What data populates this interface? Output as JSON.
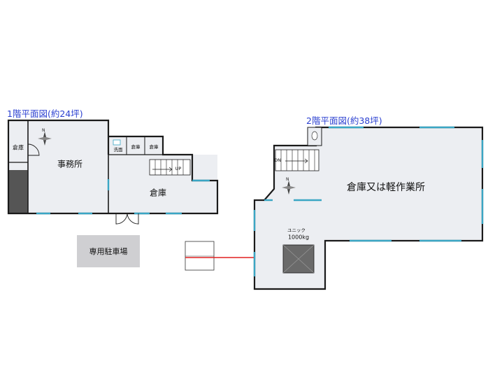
{
  "floor1": {
    "title": "1階平面図(約24坪)",
    "rooms": {
      "storage_small": "倉庫",
      "office": "事務所",
      "wash": "洗面",
      "storage_a": "倉庫",
      "storage_b": "倉庫",
      "storage_main": "倉庫",
      "stair_label": "UP"
    },
    "parking": "専用駐車場"
  },
  "floor2": {
    "title": "2階平面図(約38坪)",
    "main_room": "倉庫又は軽作業所",
    "stair_label": "DN",
    "hoist_label": "ユニック",
    "hoist_capacity": "1000kg"
  },
  "colors": {
    "floor": "#eceef2",
    "wall": "#1a1a1a",
    "window": "#3aa6c4",
    "title": "#2a3fd0",
    "link_line": "#e02020",
    "parking": "#cfcfd2",
    "dark_block": "#555555"
  },
  "icons": [
    "compass-icon",
    "door-icon",
    "stair-icon",
    "toilet-icon",
    "hoist-icon"
  ]
}
